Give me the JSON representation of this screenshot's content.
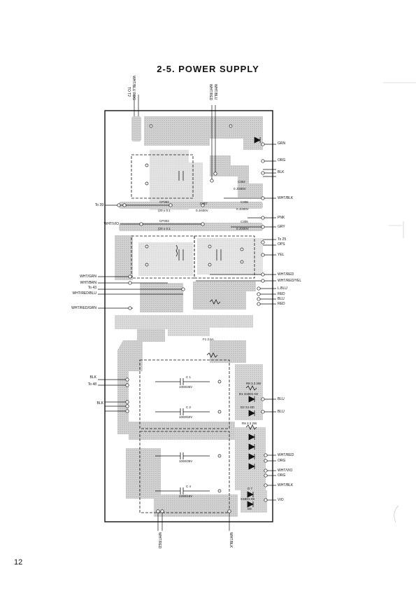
{
  "page": {
    "title": "2-5.  POWER SUPPLY",
    "page_number": "12"
  },
  "wires_top": {
    "to_t2": "TO T2",
    "wht_blu_rdg": "WHT/BLU RDG",
    "wht_red": "WHT/RED",
    "wht_blu": "WHT/BLU"
  },
  "wires_left": {
    "to39": "To 39",
    "wht_vio": "WHT/VIO",
    "wht_grn_1": "WHT/GRN",
    "wht_brn": "WHT/BRN",
    "to43": "To 43",
    "wht_red_blu": "WHT/RED/BLU",
    "wht_red_grn": "WHT/RED/GRN",
    "blk_1": "BLK",
    "to48": "To 48",
    "blk_2": "BLK"
  },
  "wires_right": {
    "grn": "GRN",
    "org_1": "ORG",
    "blk": "BLK",
    "wht_blk_1": "WHT/BLK",
    "pnk": "PNK",
    "gry": "GRY",
    "to25": "To 25",
    "ops": "OPS",
    "yel": "YEL",
    "wht_red": "WHT/RED",
    "wht_red_yel": "WHT/RED/YEL",
    "l_blu": "L.BLU",
    "red_1": "RED",
    "blu_1": "BLU",
    "red_2": "RED",
    "blu_2": "BLU",
    "blu_3": "BLU",
    "wht_red_2": "WHT/RED",
    "org_2": "ORG",
    "wht_vio": "WHT/VIO",
    "org_3": "ORG",
    "wht_blk_2": "WHT/BLK",
    "vio": "VIO"
  },
  "wires_bottom": {
    "wht_red_rdg": "WHT/RED",
    "wht_blk": "WHT/BLK"
  },
  "components": {
    "c302": "C302",
    "c302_val": "0.J/400V",
    "c307": "C307",
    "c307_val": "0.J/400V",
    "c308": "C308",
    "c308_val": "0.J/400V",
    "c305": "C305",
    "c305_val": "0.J/400V",
    "cp302": "CP302",
    "cp302_val": "(20 ± 0.1",
    "cp303": "CP303",
    "cp303_val": "(20 ± 0.1",
    "c1": "C 1",
    "c1_val": "1000/35V",
    "c2": "C 2",
    "c2_val": "1000/50V",
    "c3_val": "1000/35V",
    "c4": "C 4",
    "c4_val": "2200/16V",
    "r8": "R8 3.3 2W",
    "r9": "R9 3.3 2W",
    "d1": "D1 S1B01-02",
    "d2": "D2 S1-0D",
    "f1": "F1 2.5A",
    "d7": "D 7",
    "d7_val": "S1B01-06",
    "d8": "D8"
  }
}
